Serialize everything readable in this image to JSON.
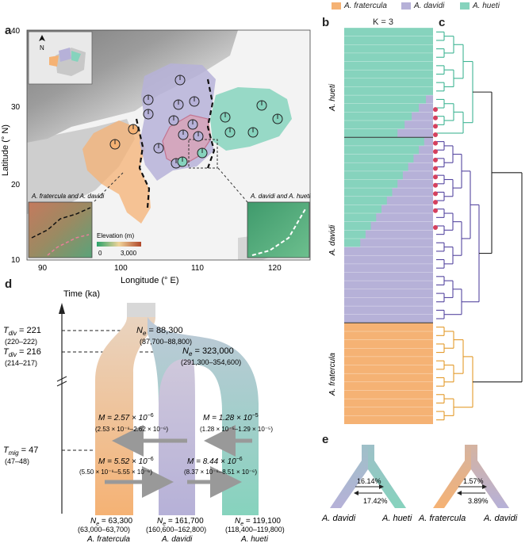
{
  "legend": {
    "fratercula": "A. fratercula",
    "davidi": "A. davidi",
    "hueti": "A. hueti",
    "colors": {
      "fratercula": "#F5B274",
      "davidi": "#B6B1D8",
      "hueti": "#86D3BD",
      "tree_hueti": "#3FB594",
      "tree_davidi": "#5546A0",
      "tree_fratercula": "#E39A2B"
    }
  },
  "panels": {
    "a": "a",
    "b": "b",
    "c": "c",
    "d": "d",
    "e": "e"
  },
  "map": {
    "y_ticks": [
      "40",
      "30",
      "20",
      "10"
    ],
    "x_ticks": [
      "90",
      "100",
      "110",
      "120"
    ],
    "ylabel": "Latitude (° N)",
    "xlabel": "Longitude (° E)",
    "north": "N",
    "inset_left": "A. fratercula and A. davidi",
    "inset_right": "A. davidi and A. hueti",
    "elev_title": "Elevation (m)",
    "elev_min": "0",
    "elev_max": "3,000"
  },
  "structure": {
    "k_label": "K = 3",
    "groups": [
      "A. hueti",
      "A. davidi",
      "A. fratercula"
    ]
  },
  "demography": {
    "time_axis": "Time (ka)",
    "t_div1": "T",
    "t_div1_sub": "div",
    "t_div1_val": " = 221",
    "t_div1_ci": "(220–222)",
    "t_div2": "T",
    "t_div2_sub": "div",
    "t_div2_val": " = 216",
    "t_div2_ci": "(214–217)",
    "t_mig": "T",
    "t_mig_sub": "mig",
    "t_mig_val": " = 47",
    "t_mig_ci": "(47–48)",
    "ne_anc1": "N",
    "ne_anc1_val": " = 88,300",
    "ne_anc1_ci": "(87,700–88,800)",
    "ne_anc2": "N",
    "ne_anc2_val": " = 323,000",
    "ne_anc2_ci": "(291,300–354,600)",
    "m1": "M = 2.57 × 10",
    "m1_exp": "−6",
    "m1_ci": "(2.53 × 10⁻⁶–2.62 × 10⁻⁶)",
    "m2": "M = 1.28 × 10",
    "m2_exp": "−5",
    "m2_ci": "(1.28 × 10⁻⁵–1.29 × 10⁻⁵)",
    "m3": "M = 5.52 × 10",
    "m3_exp": "−6",
    "m3_ci": "(5.50 × 10⁻⁶–5.55 × 10⁻⁶)",
    "m4": "M = 8.44 × 10",
    "m4_exp": "−6",
    "m4_ci": "(8.37 × 10⁻⁶–8.51 × 10⁻⁶)",
    "ne_frat": "N",
    "ne_frat_val": " = 63,300",
    "ne_frat_ci": "(63,000–63,700)",
    "ne_dav": "N",
    "ne_dav_val": " = 161,700",
    "ne_dav_ci": "(160,600–162,800)",
    "ne_hue": "N",
    "ne_hue_val": " = 119,100",
    "ne_hue_ci": "(118,400–119,800)",
    "ne_sub": "e",
    "pop_frat": "A. fratercula",
    "pop_dav": "A. davidi",
    "pop_hue": "A. hueti"
  },
  "introgression": {
    "left_top": "16.14%",
    "left_bottom": "17.42%",
    "left_a": "A. davidi",
    "left_b": "A. hueti",
    "right_top": "1.57%",
    "right_bottom": "3.89%",
    "right_a": "A. fratercula",
    "right_b": "A. davidi"
  }
}
